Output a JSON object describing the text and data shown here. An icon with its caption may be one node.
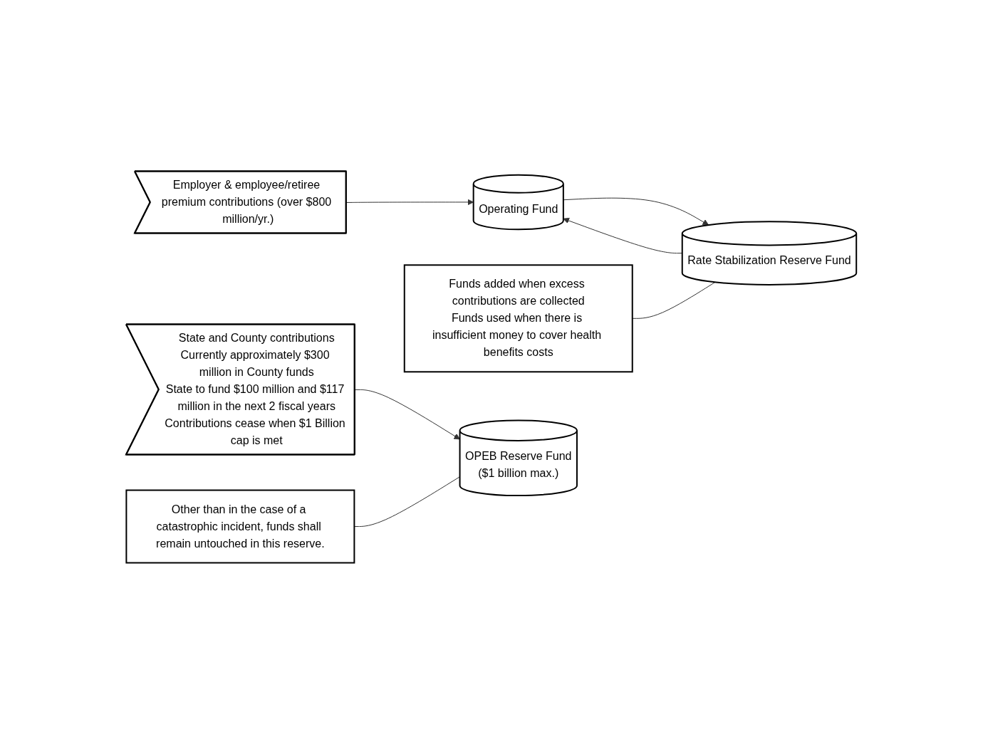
{
  "diagram": {
    "nodes": [
      {
        "text": [
          "Employer & employee/retiree premium contributions (over $800 million/yr.)"
        ]
      },
      {
        "text": [
          "Operating Fund"
        ]
      },
      {
        "text": [
          "Rate Stabilization Reserve Fund"
        ]
      },
      {
        "text": [
          "Funds added when excess contributions are collected",
          "Funds used when there is insufficient money to cover health benefits costs"
        ]
      },
      {
        "text": [
          "State and County contributions",
          "Currently approximately $300 million in County funds",
          "State to fund $100 million and $117 million in the next 2 fiscal years",
          "Contributions cease when $1 Billion cap is met"
        ]
      },
      {
        "text": [
          "OPEB Reserve Fund",
          "($1 billion max.)"
        ]
      },
      {
        "text": [
          "Other than in the case of a catastrophic incident, funds shall remain untouched in this reserve."
        ]
      }
    ],
    "edges": [
      {
        "from": 0,
        "to": 1,
        "arrow": "to"
      },
      {
        "from": 1,
        "to": 2,
        "arrow": "to"
      },
      {
        "from": 2,
        "to": 1,
        "arrow": "to"
      },
      {
        "from": 3,
        "to": 2,
        "arrow": "none"
      },
      {
        "from": 4,
        "to": 5,
        "arrow": "to"
      },
      {
        "from": 6,
        "to": 5,
        "arrow": "none"
      }
    ]
  }
}
